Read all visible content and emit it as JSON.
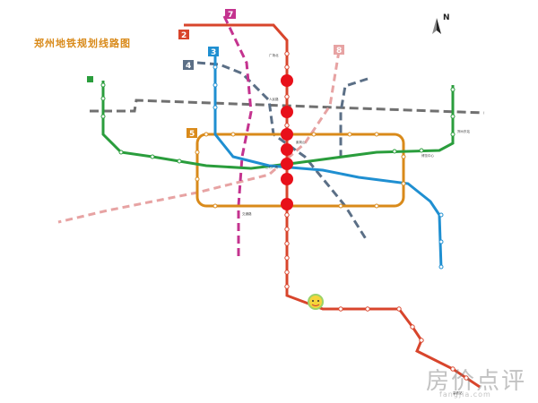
{
  "map": {
    "title": "郑州地铁规划线路图",
    "north_label": "N",
    "lines": [
      {
        "id": "1",
        "label": "",
        "color": "#2a9d3c",
        "style": "solid"
      },
      {
        "id": "2",
        "label": "2",
        "color": "#d8452c",
        "style": "solid"
      },
      {
        "id": "3",
        "label": "3",
        "color": "#1f8fd1",
        "style": "solid"
      },
      {
        "id": "4",
        "label": "4",
        "color": "#5b6f86",
        "style": "dashed"
      },
      {
        "id": "5",
        "label": "5",
        "color": "#d98a1a",
        "style": "solid"
      },
      {
        "id": "6",
        "label": "",
        "color": "#707070",
        "style": "dashed"
      },
      {
        "id": "7",
        "label": "7",
        "color": "#c4338f",
        "style": "dashed"
      },
      {
        "id": "8",
        "label": "8",
        "color": "#e7a3a3",
        "style": "dashed"
      }
    ],
    "station_labels": [
      "广场北",
      "人民路",
      "二七广场",
      "紫荆山",
      "郑州东站",
      "博览中心",
      "交通路",
      "高铁站"
    ],
    "watermark": {
      "main": "房价点评",
      "sub": "fangjia.com"
    }
  }
}
